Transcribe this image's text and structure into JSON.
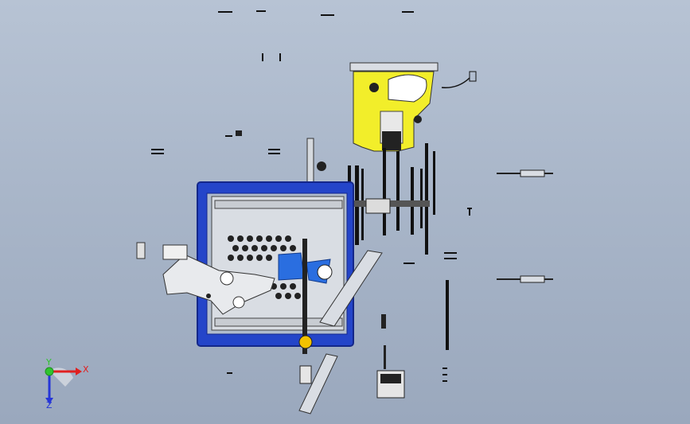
{
  "viewport": {
    "background_top": "#b7c3d4",
    "background_bottom": "#9aa8bd"
  },
  "colors": {
    "frame_blue": "#2445c9",
    "frame_blue_dark": "#14278a",
    "plate_yellow": "#f2ee2a",
    "part_light": "#d9dde3",
    "part_dark": "#1a1a1a",
    "bracket_blue": "#2a6ee0",
    "steel": "#c8ccd2"
  },
  "triad": {
    "x_label": "X",
    "y_label": "Y",
    "z_label": "Z",
    "x_color": "#e02020",
    "y_color": "#2fc42f",
    "z_color": "#2636d8"
  },
  "icons": {
    "orientation_triad": "coordinate-triad-icon"
  }
}
